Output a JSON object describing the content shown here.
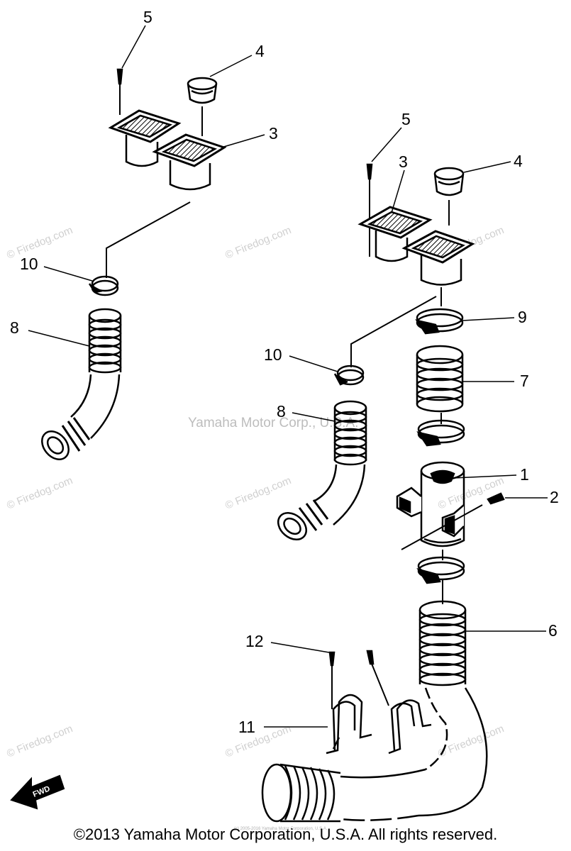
{
  "callouts": {
    "left": {
      "c5": "5",
      "c4": "4",
      "c3": "3",
      "c10": "10",
      "c8": "8"
    },
    "right": {
      "c5": "5",
      "c3": "3",
      "c4": "4",
      "c9": "9",
      "c10": "10",
      "c7": "7",
      "c8": "8",
      "c1": "1",
      "c2": "2",
      "c6": "6",
      "c12": "12",
      "c11": "11"
    }
  },
  "watermarks": {
    "firedog": "© Firedog.com",
    "center": "Yamaha Motor Corp., U.S.A."
  },
  "footer": {
    "copyright": "©2013 Yamaha Motor Corporation, U.S.A. All rights reserved.",
    "tiny": "(c) 2005-2016 Yamaha Motor Corporation, U.S.A."
  },
  "direction_arrow": {
    "label": "FWD"
  },
  "colors": {
    "ink": "#000000",
    "watermark": "#cfcfcf"
  }
}
